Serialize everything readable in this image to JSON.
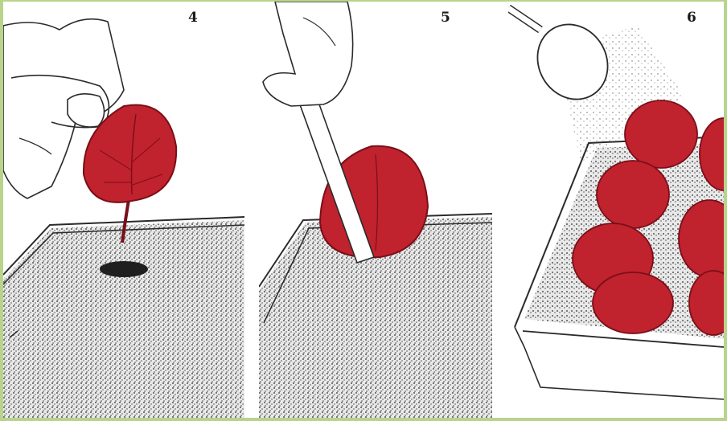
{
  "steps": [
    {
      "number": "4"
    },
    {
      "number": "5"
    },
    {
      "number": "6"
    }
  ],
  "colors": {
    "border": "#b8d48a",
    "leaf": "#c0222e",
    "leaf_dark": "#7a0f18",
    "soil": "#8a8a8a",
    "line": "#2a2a2a"
  }
}
